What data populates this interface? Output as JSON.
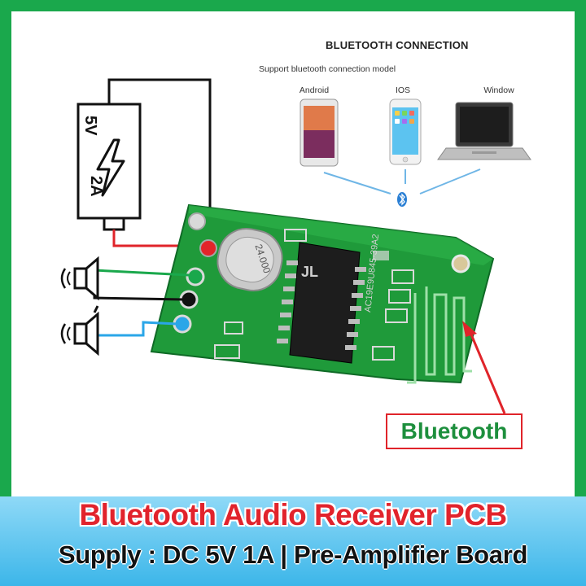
{
  "connection_panel": {
    "title": "BLUETOOTH CONNECTION",
    "subtitle": "Support bluetooth connection model",
    "devices": [
      "Android",
      "IOS",
      "Window"
    ]
  },
  "battery": {
    "voltage": "5V",
    "current": "2A"
  },
  "crystal_label": "24.000",
  "chip_label": "AC19E9U845-39A2",
  "chip_logo": "JL",
  "callout_label": "Bluetooth",
  "banner": {
    "title": "Bluetooth Audio Receiver PCB",
    "subtitle": "Supply : DC 5V 1A | Pre-Amplifier Board"
  },
  "colors": {
    "frame": "#1aa84c",
    "pcb": "#1f9a3a",
    "banner_title": "#e1232c",
    "callout_text": "#1d8f3d",
    "callout_border": "#e0242a",
    "wire_red": "#e0242a",
    "wire_green": "#1aa84c",
    "wire_blue": "#2aa6e8"
  },
  "icons": [
    "battery-icon",
    "lightning-icon",
    "speaker-icon",
    "bluetooth-icon",
    "android-phone-icon",
    "iphone-icon",
    "laptop-icon",
    "arrow-icon"
  ]
}
